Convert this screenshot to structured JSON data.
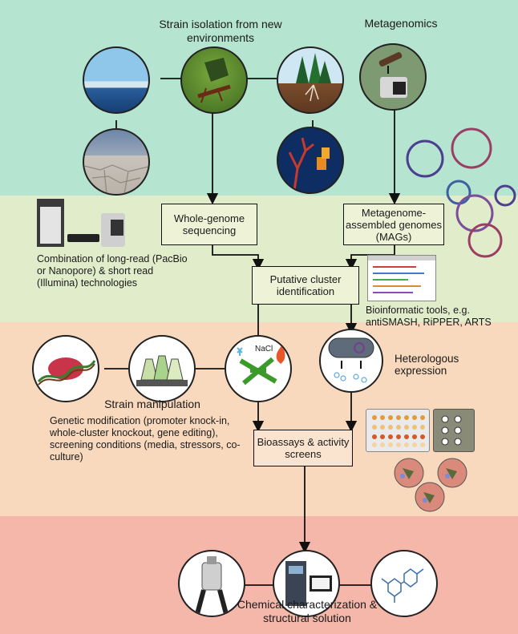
{
  "labels": {
    "strain_isolation": "Strain isolation from new environments",
    "metagenomics": "Metagenomics",
    "wgs": "Whole-genome sequencing",
    "mags": "Metagenome-assembled genomes (MAGs)",
    "long_read": "Combination of long-read (PacBio or Nanopore) & short read (Illumina) technologies",
    "putative": "Putative cluster identification",
    "bioinfo": "Bioinformatic tools, e.g. antiSMASH, RiPPER, ARTS",
    "nacl": "NaCl",
    "heterologous": "Heterologous expression",
    "strain_manip": "Strain manipulation",
    "genetic_mod": "Genetic modification (promoter knock-in, whole-cluster knockout, gene editing), screening conditions (media, stressors, co-culture)",
    "bioassays": "Bioassays & activity screens",
    "chemical": "Chemical characterization & structural solution"
  },
  "colors": {
    "band1": "#b5e4d0",
    "band2": "#e1eccb",
    "band3": "#f8d9bd",
    "band4": "#f5b7a9"
  }
}
